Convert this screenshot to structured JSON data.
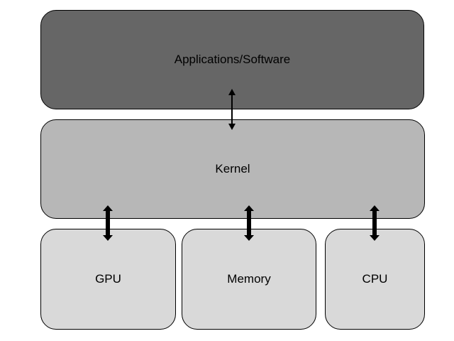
{
  "colors": {
    "applications_fill": "#666666",
    "kernel_fill": "#b7b7b7",
    "hardware_fill": "#d9d9d9",
    "border": "#000000",
    "arrow": "#000000"
  },
  "layers": {
    "applications": {
      "label": "Applications/Software"
    },
    "kernel": {
      "label": "Kernel"
    },
    "hardware": [
      {
        "label": "GPU"
      },
      {
        "label": "Memory"
      },
      {
        "label": "CPU"
      }
    ]
  },
  "connections": [
    {
      "from": "Applications/Software",
      "to": "Kernel",
      "style": "thin bidirectional"
    },
    {
      "from": "Kernel",
      "to": "GPU",
      "style": "thick bidirectional"
    },
    {
      "from": "Kernel",
      "to": "Memory",
      "style": "thick bidirectional"
    },
    {
      "from": "Kernel",
      "to": "CPU",
      "style": "thick bidirectional"
    }
  ]
}
